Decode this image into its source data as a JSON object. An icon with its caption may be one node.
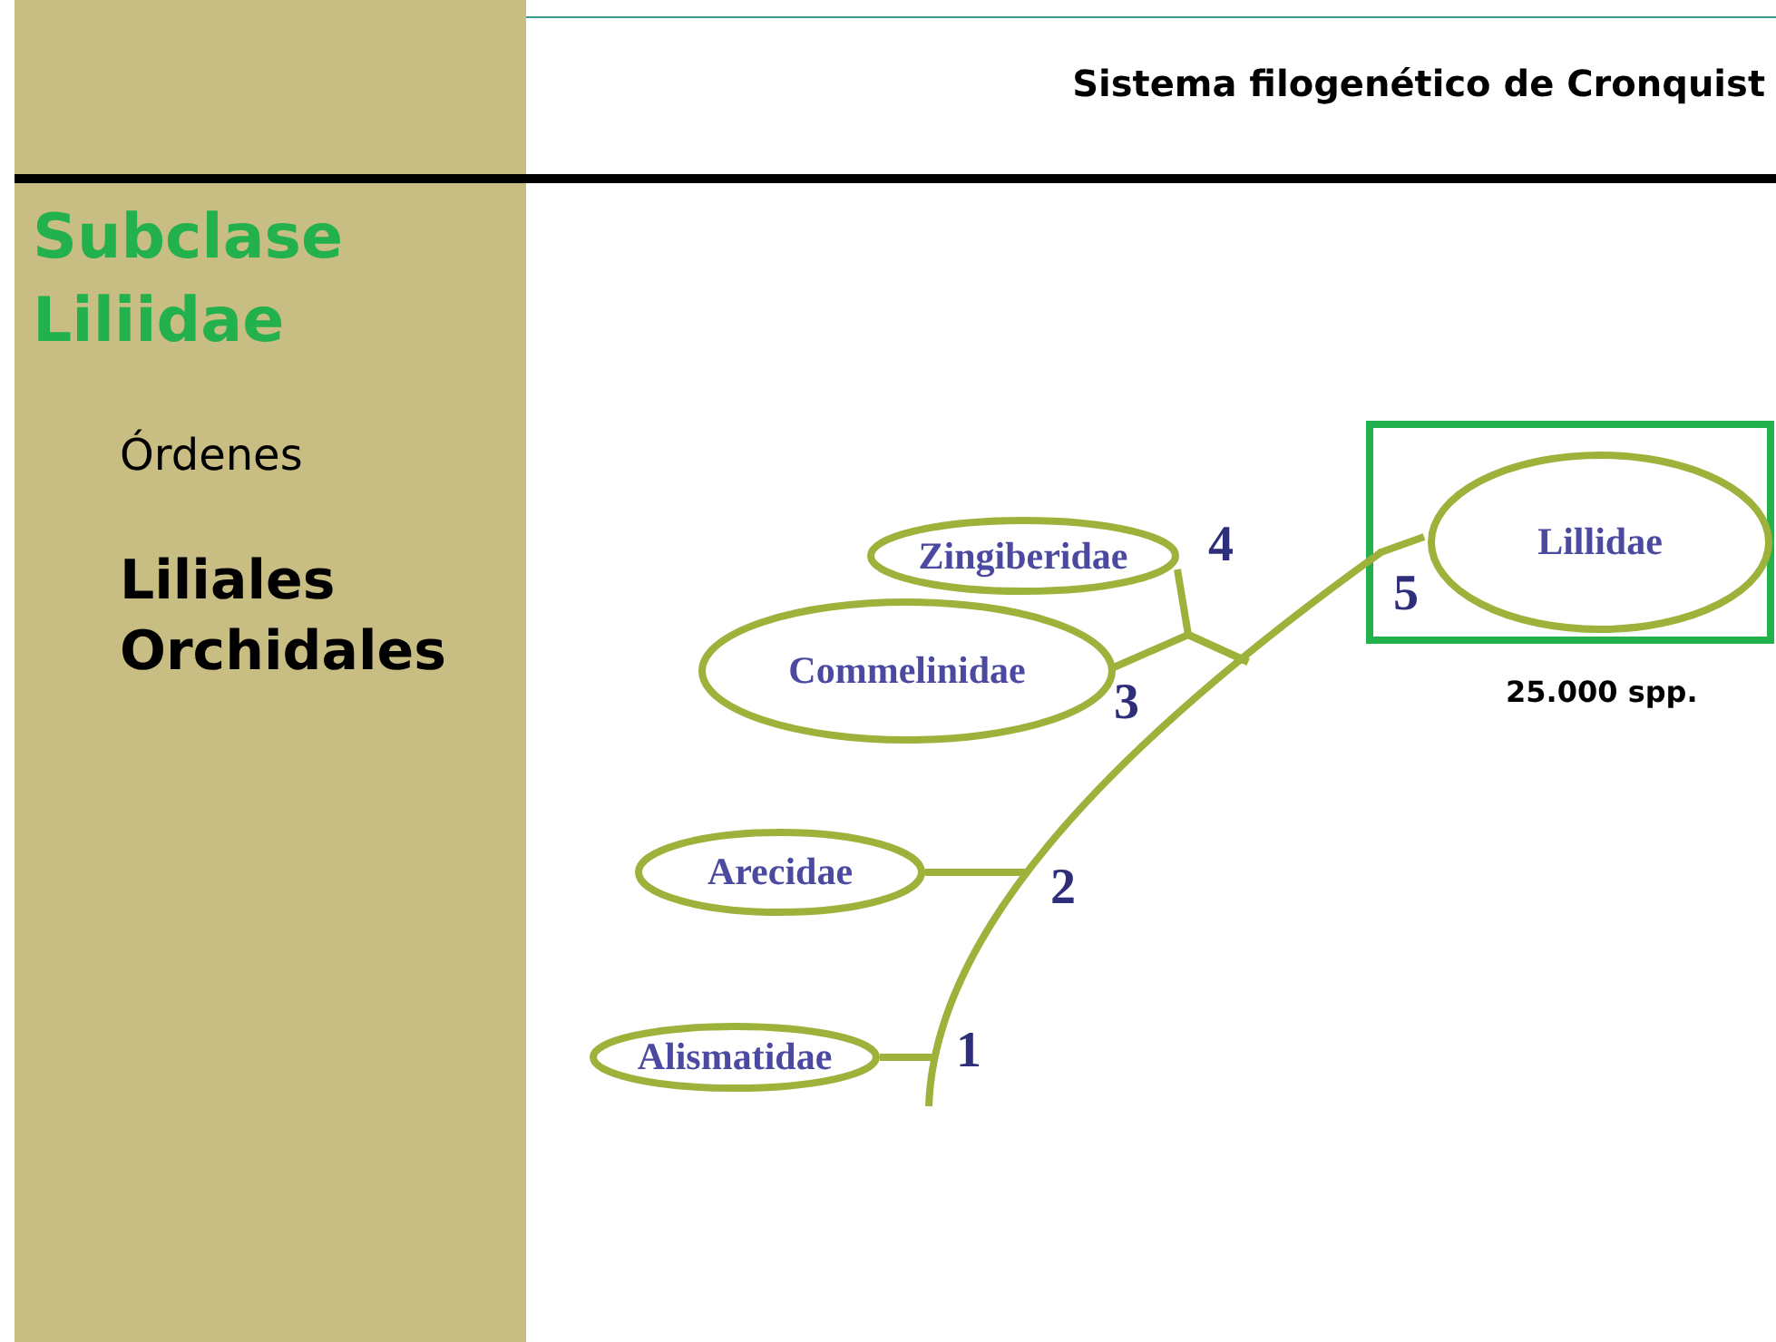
{
  "diagram": {
    "title": "Sistema filogenético de Cronquist",
    "nodes": [
      {
        "text": [],
        "shape": "box"
      },
      {
        "text": [
          "Lillidae"
        ],
        "in": 0,
        "beside": [
          "25.000 spp."
        ]
      },
      {
        "text": [
          "Zingiberidae"
        ]
      },
      {
        "text": [
          "Commelinidae"
        ]
      },
      {
        "text": [
          "Arecidae"
        ]
      },
      {
        "text": [
          "Alismatidae"
        ]
      }
    ],
    "edges": [
      {
        "from": null,
        "to": 1,
        "arrow": "none"
      },
      {
        "from": null,
        "to": 2,
        "arrow": "none"
      },
      {
        "from": null,
        "to": 3,
        "arrow": "none"
      },
      {
        "from": null,
        "to": 4,
        "arrow": "none"
      },
      {
        "from": null,
        "to": 5,
        "arrow": "none"
      }
    ],
    "labels": [
      "Subclase Liliidae",
      "Órdenes",
      "Liliales",
      "Orchidales",
      "4",
      "5",
      "3",
      "2",
      "1"
    ]
  }
}
